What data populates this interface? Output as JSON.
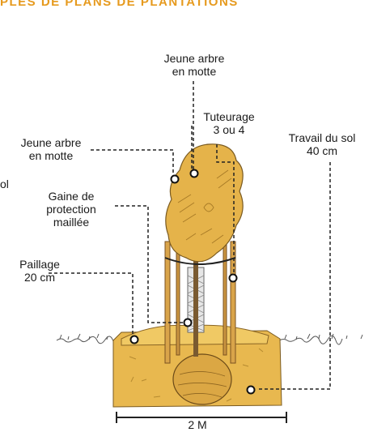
{
  "header": {
    "title": "PLES DE PLANS DE PLANTATIONS"
  },
  "labels": {
    "top_tree": [
      "Jeune arbre",
      "en motte"
    ],
    "left_tree": [
      "Jeune arbre",
      "en motte"
    ],
    "stake": [
      "Tuteurage",
      "3 ou 4"
    ],
    "soil": [
      "Travail du sol",
      "40 cm"
    ],
    "sheath": [
      "Gaine de",
      "protection",
      "maillée"
    ],
    "mulch": [
      "Paillage",
      "20 cm"
    ],
    "cut_off_left": "ol",
    "dimension": "2 M"
  },
  "colors": {
    "accent": "#e69a1e",
    "soil": "#e8b84f",
    "foliage": "#e5b34a",
    "stake": "#d9a44a"
  }
}
